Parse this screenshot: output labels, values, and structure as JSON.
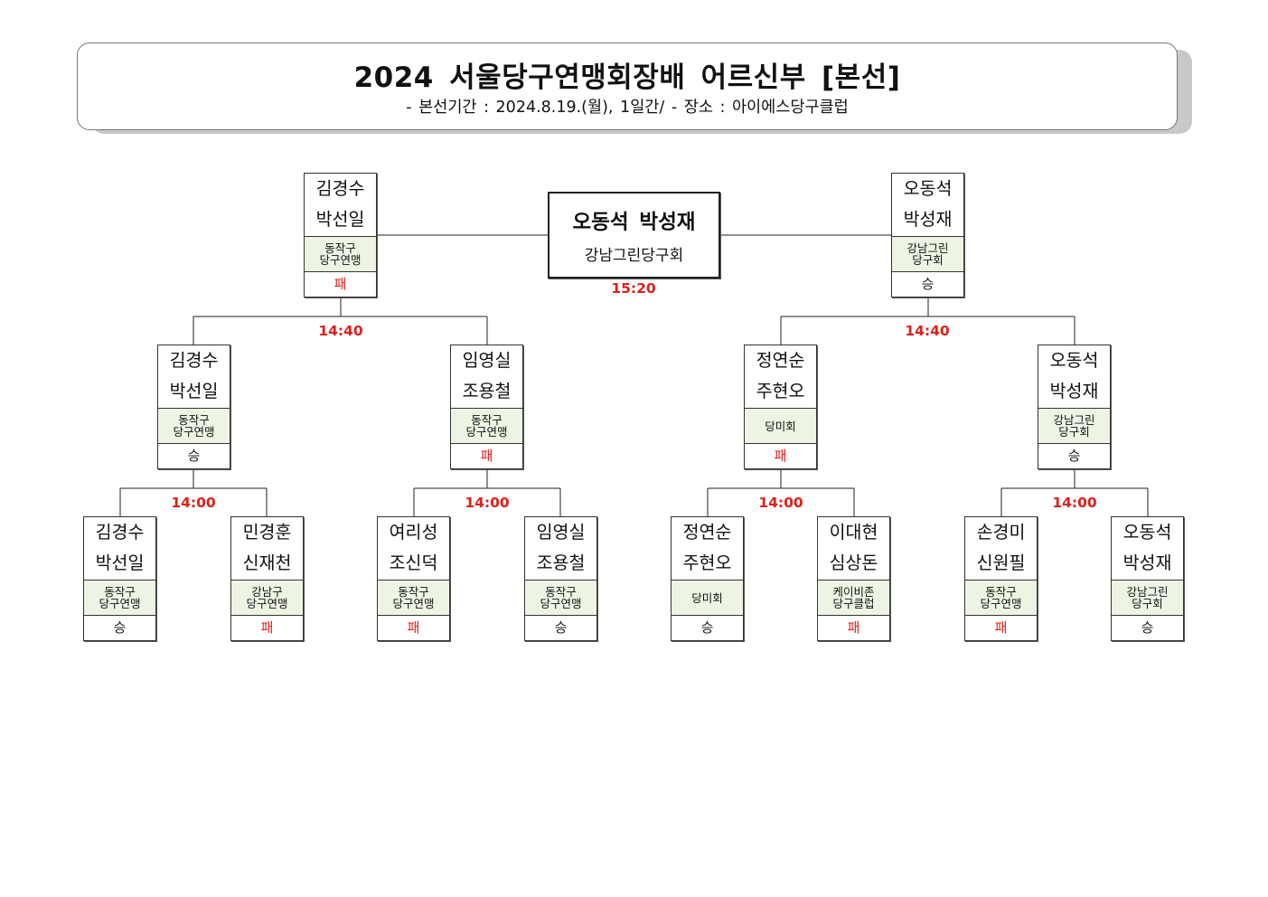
{
  "header": {
    "title": "2024 서울당구연맹회장배 어르신부 [본선]",
    "subtitle": "- 본선기간 : 2024.8.19.(월), 1일간/ - 장소 : 아이에스당구클럽"
  },
  "champion": {
    "names": "오동석 박성재",
    "club": "강남그린당구회",
    "time": "15:20"
  },
  "round1": [
    {
      "p1": "김경수",
      "p2": "박선일",
      "club": "동작구\n당구연맹",
      "result": "승"
    },
    {
      "p1": "민경훈",
      "p2": "신재천",
      "club": "강남구\n당구연맹",
      "result": "패"
    },
    {
      "p1": "여리성",
      "p2": "조신덕",
      "club": "동작구\n당구연맹",
      "result": "패"
    },
    {
      "p1": "임영실",
      "p2": "조용철",
      "club": "동작구\n당구연맹",
      "result": "승"
    },
    {
      "p1": "정연순",
      "p2": "주현오",
      "club": "당미회",
      "result": "승"
    },
    {
      "p1": "이대현",
      "p2": "심상돈",
      "club": "케이비존\n당구클럽",
      "result": "패"
    },
    {
      "p1": "손경미",
      "p2": "신원필",
      "club": "동작구\n당구연맹",
      "result": "패"
    },
    {
      "p1": "오동석",
      "p2": "박성재",
      "club": "강남그린\n당구회",
      "result": "승"
    }
  ],
  "round2": [
    {
      "p1": "김경수",
      "p2": "박선일",
      "club": "동작구\n당구연맹",
      "result": "승"
    },
    {
      "p1": "임영실",
      "p2": "조용철",
      "club": "동작구\n당구연맹",
      "result": "패"
    },
    {
      "p1": "정연순",
      "p2": "주현오",
      "club": "당미회",
      "result": "패"
    },
    {
      "p1": "오동석",
      "p2": "박성재",
      "club": "강남그린\n당구회",
      "result": "승"
    }
  ],
  "semifinal": [
    {
      "p1": "김경수",
      "p2": "박선일",
      "club": "동작구\n당구연맹",
      "result": "패"
    },
    {
      "p1": "오동석",
      "p2": "박성재",
      "club": "강남그린\n당구회",
      "result": "승"
    }
  ],
  "times": {
    "round1": [
      "14:00",
      "14:00",
      "14:00",
      "14:00"
    ],
    "round2": [
      "14:40",
      "14:40"
    ]
  },
  "colors": {
    "lose": "#e0201a",
    "time": "#e0201a",
    "club_bg": "#eef4e4"
  }
}
